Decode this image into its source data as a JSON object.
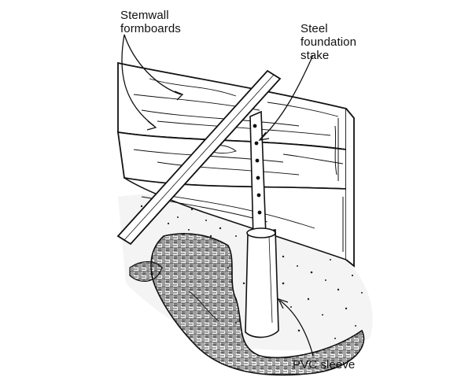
{
  "labels": {
    "stemwall": {
      "line1": "Stemwall",
      "line2": "formboards"
    },
    "stake": {
      "line1": "Steel",
      "line2": "foundation",
      "line3": "stake"
    },
    "sleeve": {
      "text": "PVC sleeve"
    }
  },
  "colors": {
    "ink": "#111111",
    "background": "#ffffff"
  }
}
